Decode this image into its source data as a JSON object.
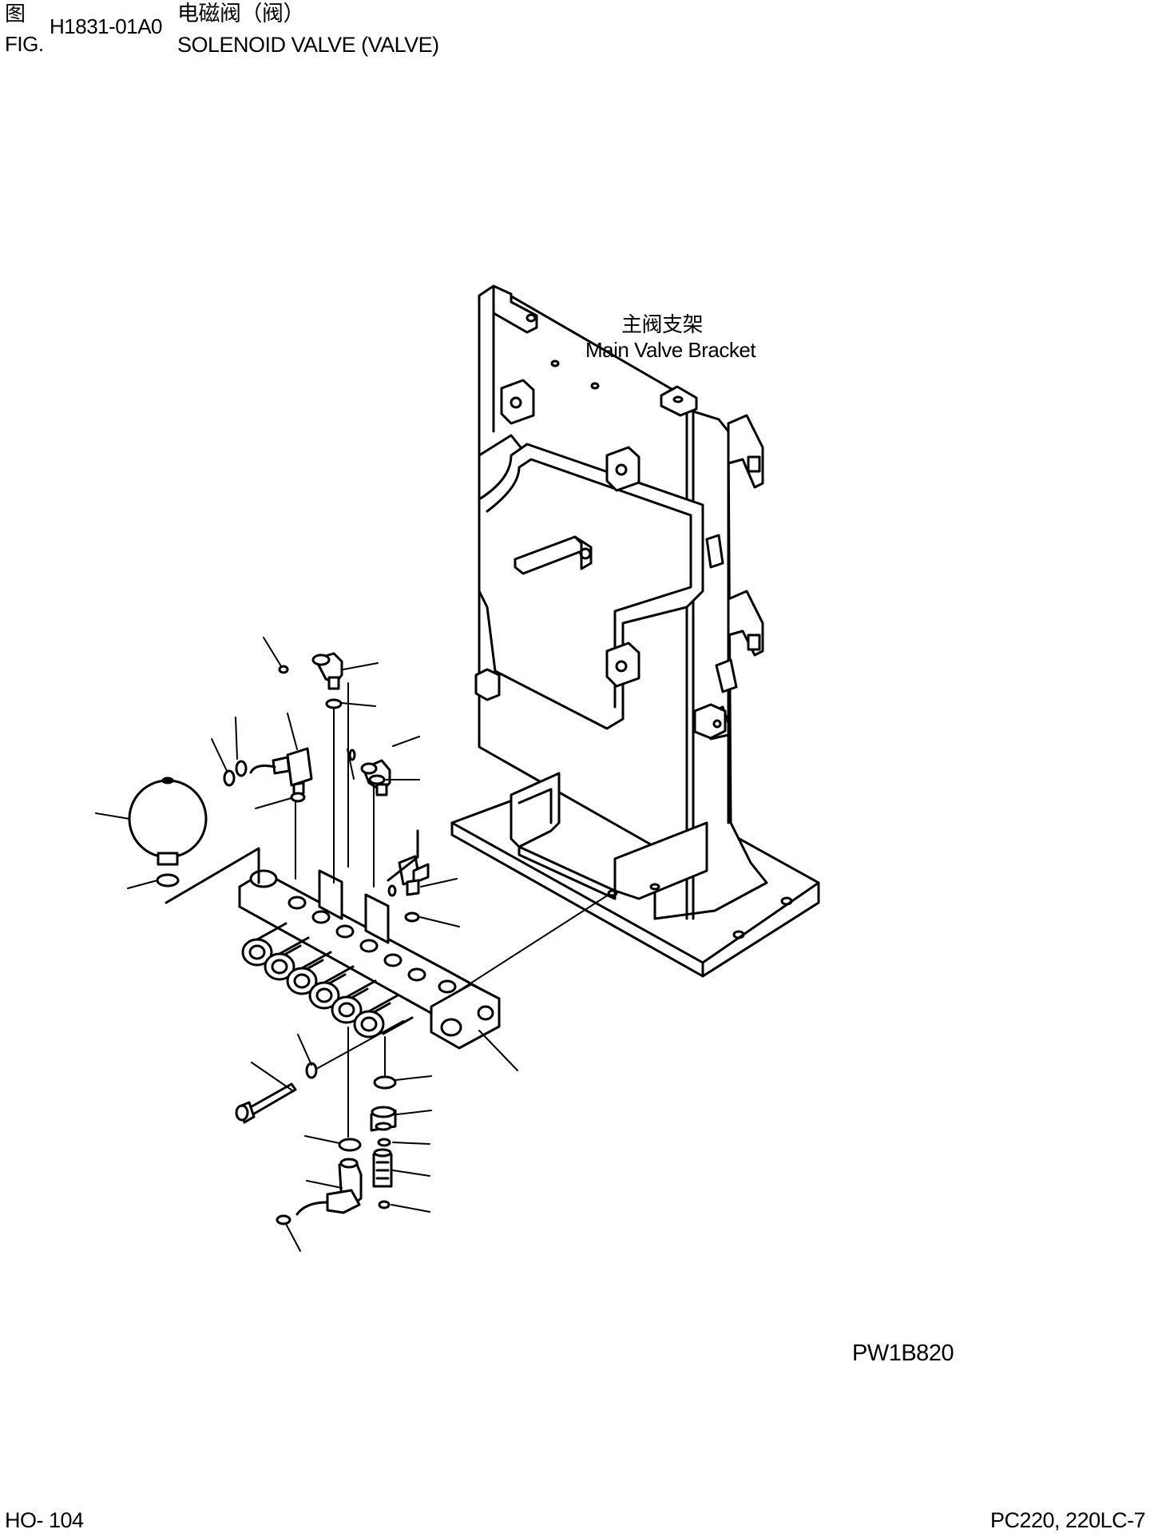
{
  "header": {
    "fig_label_cn": "图",
    "fig_label_en": "FIG.",
    "fig_number": "H1831-01A0",
    "title_cn": "电磁阀（阀）",
    "title_en": "SOLENOID VALVE (VALVE)"
  },
  "diagram": {
    "bracket_label_cn": "主阀支架",
    "bracket_label_en": "Main Valve Bracket",
    "drawing_code": "PW1B820"
  },
  "footer": {
    "page": "HO- 104",
    "model": "PC220, 220LC-7"
  }
}
